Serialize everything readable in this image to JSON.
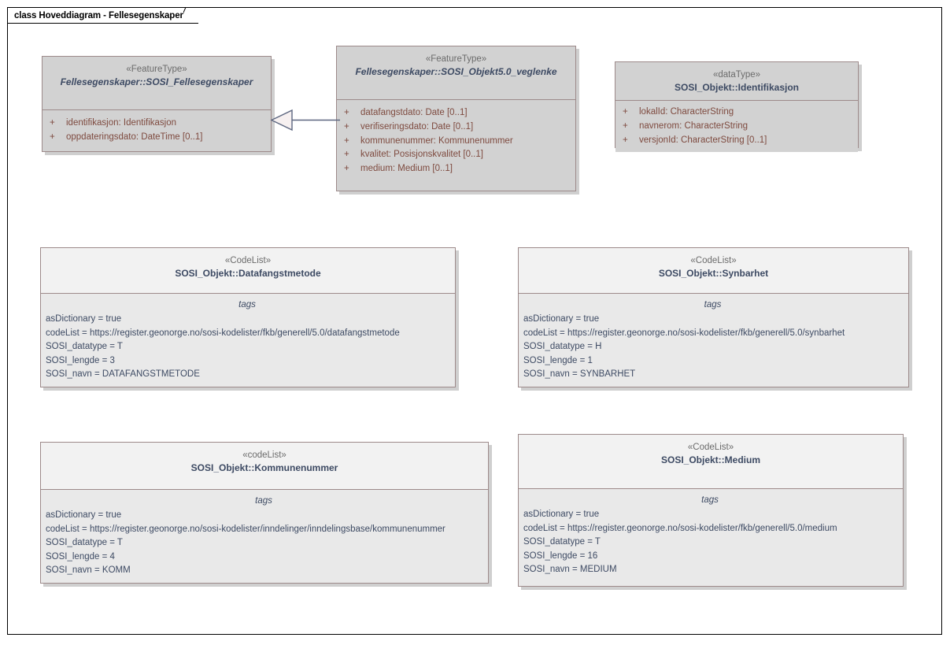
{
  "diagram": {
    "title": "class Hoveddiagram - Fellesegenskaper",
    "frame_border_color": "#000000",
    "class_fill": "#d2d2d2",
    "codelist_fill": "#e9e9e9",
    "border_color": "#9d8a8a",
    "attribute_text_color": "#7e4a3f",
    "class_name_color": "#3d4a63"
  },
  "classes": [
    {
      "id": "sosi-fellesegenskaper",
      "stereotype": "«FeatureType»",
      "name": "Fellesegenskaper::SOSI_Fellesegenskaper",
      "italic": true,
      "attributes": [
        {
          "visibility": "+",
          "text": "identifikasjon: Identifikasjon"
        },
        {
          "visibility": "+",
          "text": "oppdateringsdato: DateTime [0..1]"
        }
      ]
    },
    {
      "id": "sosi-objekt50-veglenke",
      "stereotype": "«FeatureType»",
      "name": "Fellesegenskaper::SOSI_Objekt5.0_veglenke",
      "italic": true,
      "attributes": [
        {
          "visibility": "+",
          "text": "datafangstdato: Date [0..1]"
        },
        {
          "visibility": "+",
          "text": "verifiseringsdato: Date [0..1]"
        },
        {
          "visibility": "+",
          "text": "kommunenummer: Kommunenummer"
        },
        {
          "visibility": "+",
          "text": "kvalitet: Posisjonskvalitet [0..1]"
        },
        {
          "visibility": "+",
          "text": "medium: Medium [0..1]"
        }
      ]
    },
    {
      "id": "identifikasjon",
      "stereotype": "«dataType»",
      "name": "SOSI_Objekt::Identifikasjon",
      "italic": false,
      "attributes": [
        {
          "visibility": "+",
          "text": "lokalId: CharacterString"
        },
        {
          "visibility": "+",
          "text": "navnerom: CharacterString"
        },
        {
          "visibility": "+",
          "text": "versjonId: CharacterString [0..1]"
        }
      ]
    }
  ],
  "codelists": [
    {
      "id": "datafangstmetode",
      "stereotype": "«CodeList»",
      "name": "SOSI_Objekt::Datafangstmetode",
      "tags_label": "tags",
      "tags": [
        "asDictionary = true",
        "codeList = https://register.geonorge.no/sosi-kodelister/fkb/generell/5.0/datafangstmetode",
        "SOSI_datatype = T",
        "SOSI_lengde = 3",
        "SOSI_navn = DATAFANGSTMETODE"
      ]
    },
    {
      "id": "synbarhet",
      "stereotype": "«CodeList»",
      "name": "SOSI_Objekt::Synbarhet",
      "tags_label": "tags",
      "tags": [
        "asDictionary = true",
        "codeList = https://register.geonorge.no/sosi-kodelister/fkb/generell/5.0/synbarhet",
        "SOSI_datatype = H",
        "SOSI_lengde = 1",
        "SOSI_navn = SYNBARHET"
      ]
    },
    {
      "id": "kommunenummer",
      "stereotype": "«codeList»",
      "name": "SOSI_Objekt::Kommunenummer",
      "tags_label": "tags",
      "tags": [
        "asDictionary = true",
        "codeList = https://register.geonorge.no/sosi-kodelister/inndelinger/inndelingsbase/kommunenummer",
        "SOSI_datatype = T",
        "SOSI_lengde = 4",
        "SOSI_navn = KOMM"
      ]
    },
    {
      "id": "medium",
      "stereotype": "«CodeList»",
      "name": "SOSI_Objekt::Medium",
      "tags_label": "tags",
      "tags": [
        "asDictionary = true",
        "codeList = https://register.geonorge.no/sosi-kodelister/fkb/generell/5.0/medium",
        "SOSI_datatype = T",
        "SOSI_lengde = 16",
        "SOSI_navn = MEDIUM"
      ]
    }
  ],
  "connectors": [
    {
      "id": "generalization-veglenke-to-fellesegenskaper",
      "type": "generalization",
      "from": "sosi-objekt50-veglenke",
      "to": "sosi-fellesegenskaper"
    }
  ]
}
